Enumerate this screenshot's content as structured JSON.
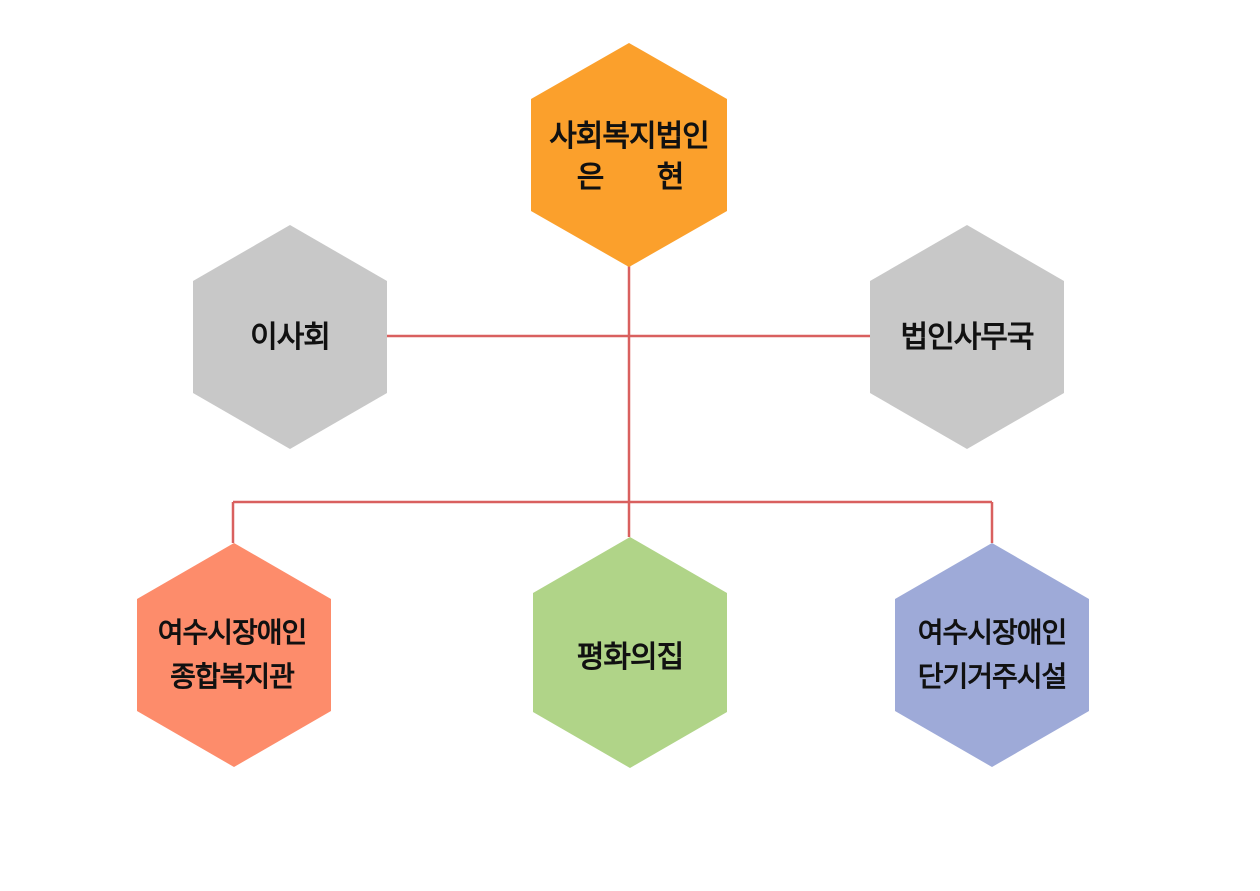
{
  "colors": {
    "connector": "#d9605f",
    "top": "#fba02c",
    "board": "#c8c8c8",
    "office": "#c8c8c8",
    "welfare_center": "#fd8c6b",
    "peace_house": "#b0d488",
    "short_term": "#9eaad8"
  },
  "nodes": {
    "top": {
      "line1": "사회복지법인",
      "line2_a": "은",
      "line2_b": "현"
    },
    "board": {
      "label": "이사회"
    },
    "office": {
      "label": "법인사무국"
    },
    "welfare_center": {
      "line1": "여수시장애인",
      "line2": "종합복지관"
    },
    "peace_house": {
      "label": "평화의집"
    },
    "short_term": {
      "line1": "여수시장애인",
      "line2": "단기거주시설"
    }
  }
}
